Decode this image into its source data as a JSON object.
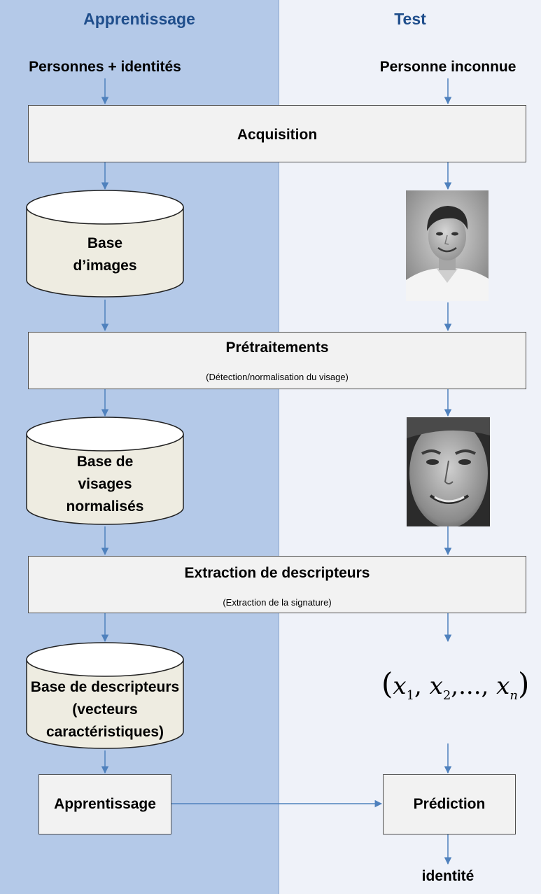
{
  "columns": {
    "left_title": "Apprentissage",
    "right_title": "Test"
  },
  "inputs": {
    "left": "Personnes + identités",
    "right": "Personne inconnue"
  },
  "acquisition": {
    "title": "Acquisition"
  },
  "database_images": {
    "line1": "Base",
    "line2": "d’images"
  },
  "preprocessing": {
    "title": "Prétraitements",
    "subtitle": "(Détection/normalisation du visage)"
  },
  "database_faces": {
    "line1": "Base de",
    "line2": "visages",
    "line3": "normalisés"
  },
  "extraction": {
    "title": "Extraction de descripteurs",
    "subtitle": "(Extraction de la signature)"
  },
  "database_descriptors": {
    "line1": "Base de descripteurs",
    "line2": "(vecteurs",
    "line3": "caractéristiques)"
  },
  "formula": {
    "open": "(",
    "x1": "x",
    "s1": "1",
    "c1": ", ",
    "x2": "x",
    "s2": "2",
    "c2": ",..., ",
    "xn": "x",
    "sn": "n",
    "close": ")"
  },
  "learning_box": {
    "label": "Apprentissage"
  },
  "prediction_box": {
    "label": "Prédiction"
  },
  "output": {
    "label": "identité"
  },
  "colors": {
    "left_panel": "#b4c9e8",
    "right_panel": "#eff2f9",
    "title_blue": "#1f4e8c",
    "arrow": "#4f81bd",
    "database_fill": "#eeece1"
  }
}
